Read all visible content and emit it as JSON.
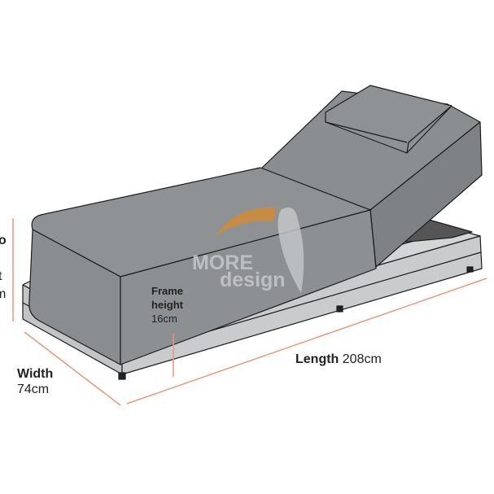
{
  "labels": {
    "cut_left": [
      "o",
      "t",
      "m"
    ],
    "frame_height": {
      "title_line1": "Frame",
      "title_line2": "height",
      "value": "16cm"
    },
    "width": {
      "title": "Width",
      "value": "74cm"
    },
    "length": {
      "title": "Length",
      "value": "208cm"
    }
  },
  "watermark": {
    "brand": "MORE design"
  },
  "colors": {
    "dimension_line": "#e59a7c",
    "cushion": "#8e9193",
    "frame": "#c8c9ca",
    "logo_orange": "#d08a38"
  }
}
